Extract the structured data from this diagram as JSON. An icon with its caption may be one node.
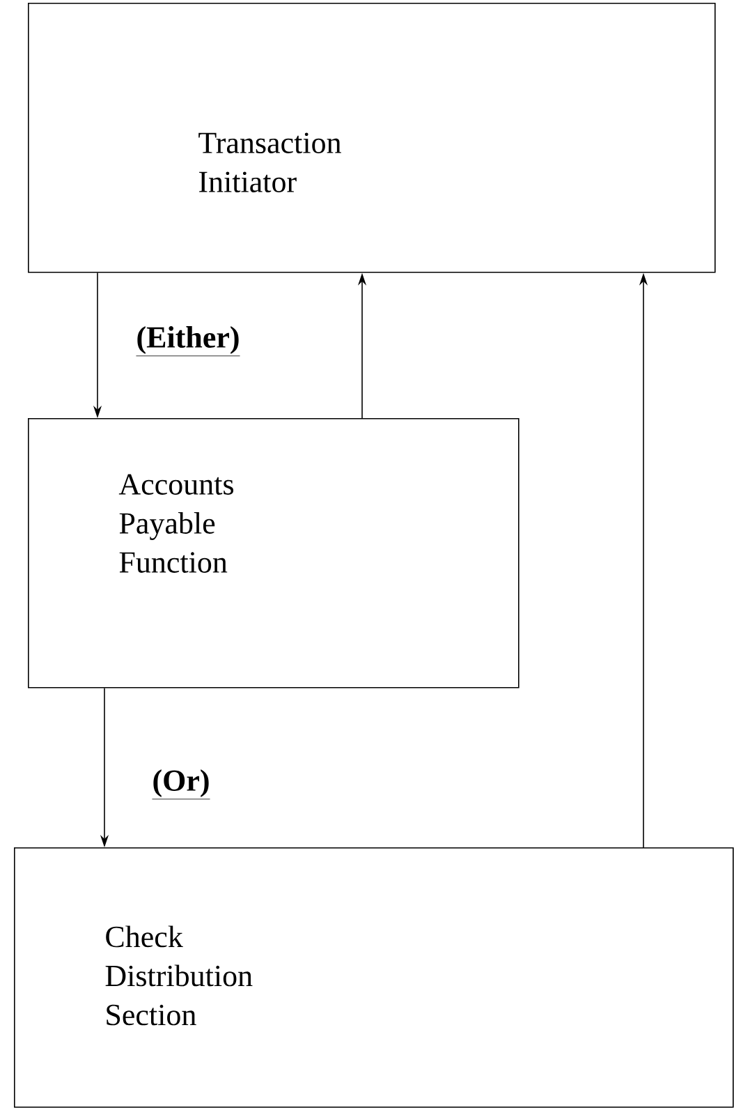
{
  "diagram": {
    "nodes": [
      {
        "text": [
          "Transaction Initiator"
        ]
      },
      {
        "text": [
          "Accounts Payable Function"
        ]
      },
      {
        "text": [
          "Check Distribution Section"
        ]
      }
    ],
    "edges": [
      {
        "from": 0,
        "to": 1,
        "arrow": "to",
        "label": "(Either)"
      },
      {
        "from": 1,
        "to": 0,
        "arrow": "to"
      },
      {
        "from": 2,
        "to": 0,
        "arrow": "to"
      },
      {
        "from": 1,
        "to": 2,
        "arrow": "to",
        "label": "(Or)"
      }
    ]
  }
}
